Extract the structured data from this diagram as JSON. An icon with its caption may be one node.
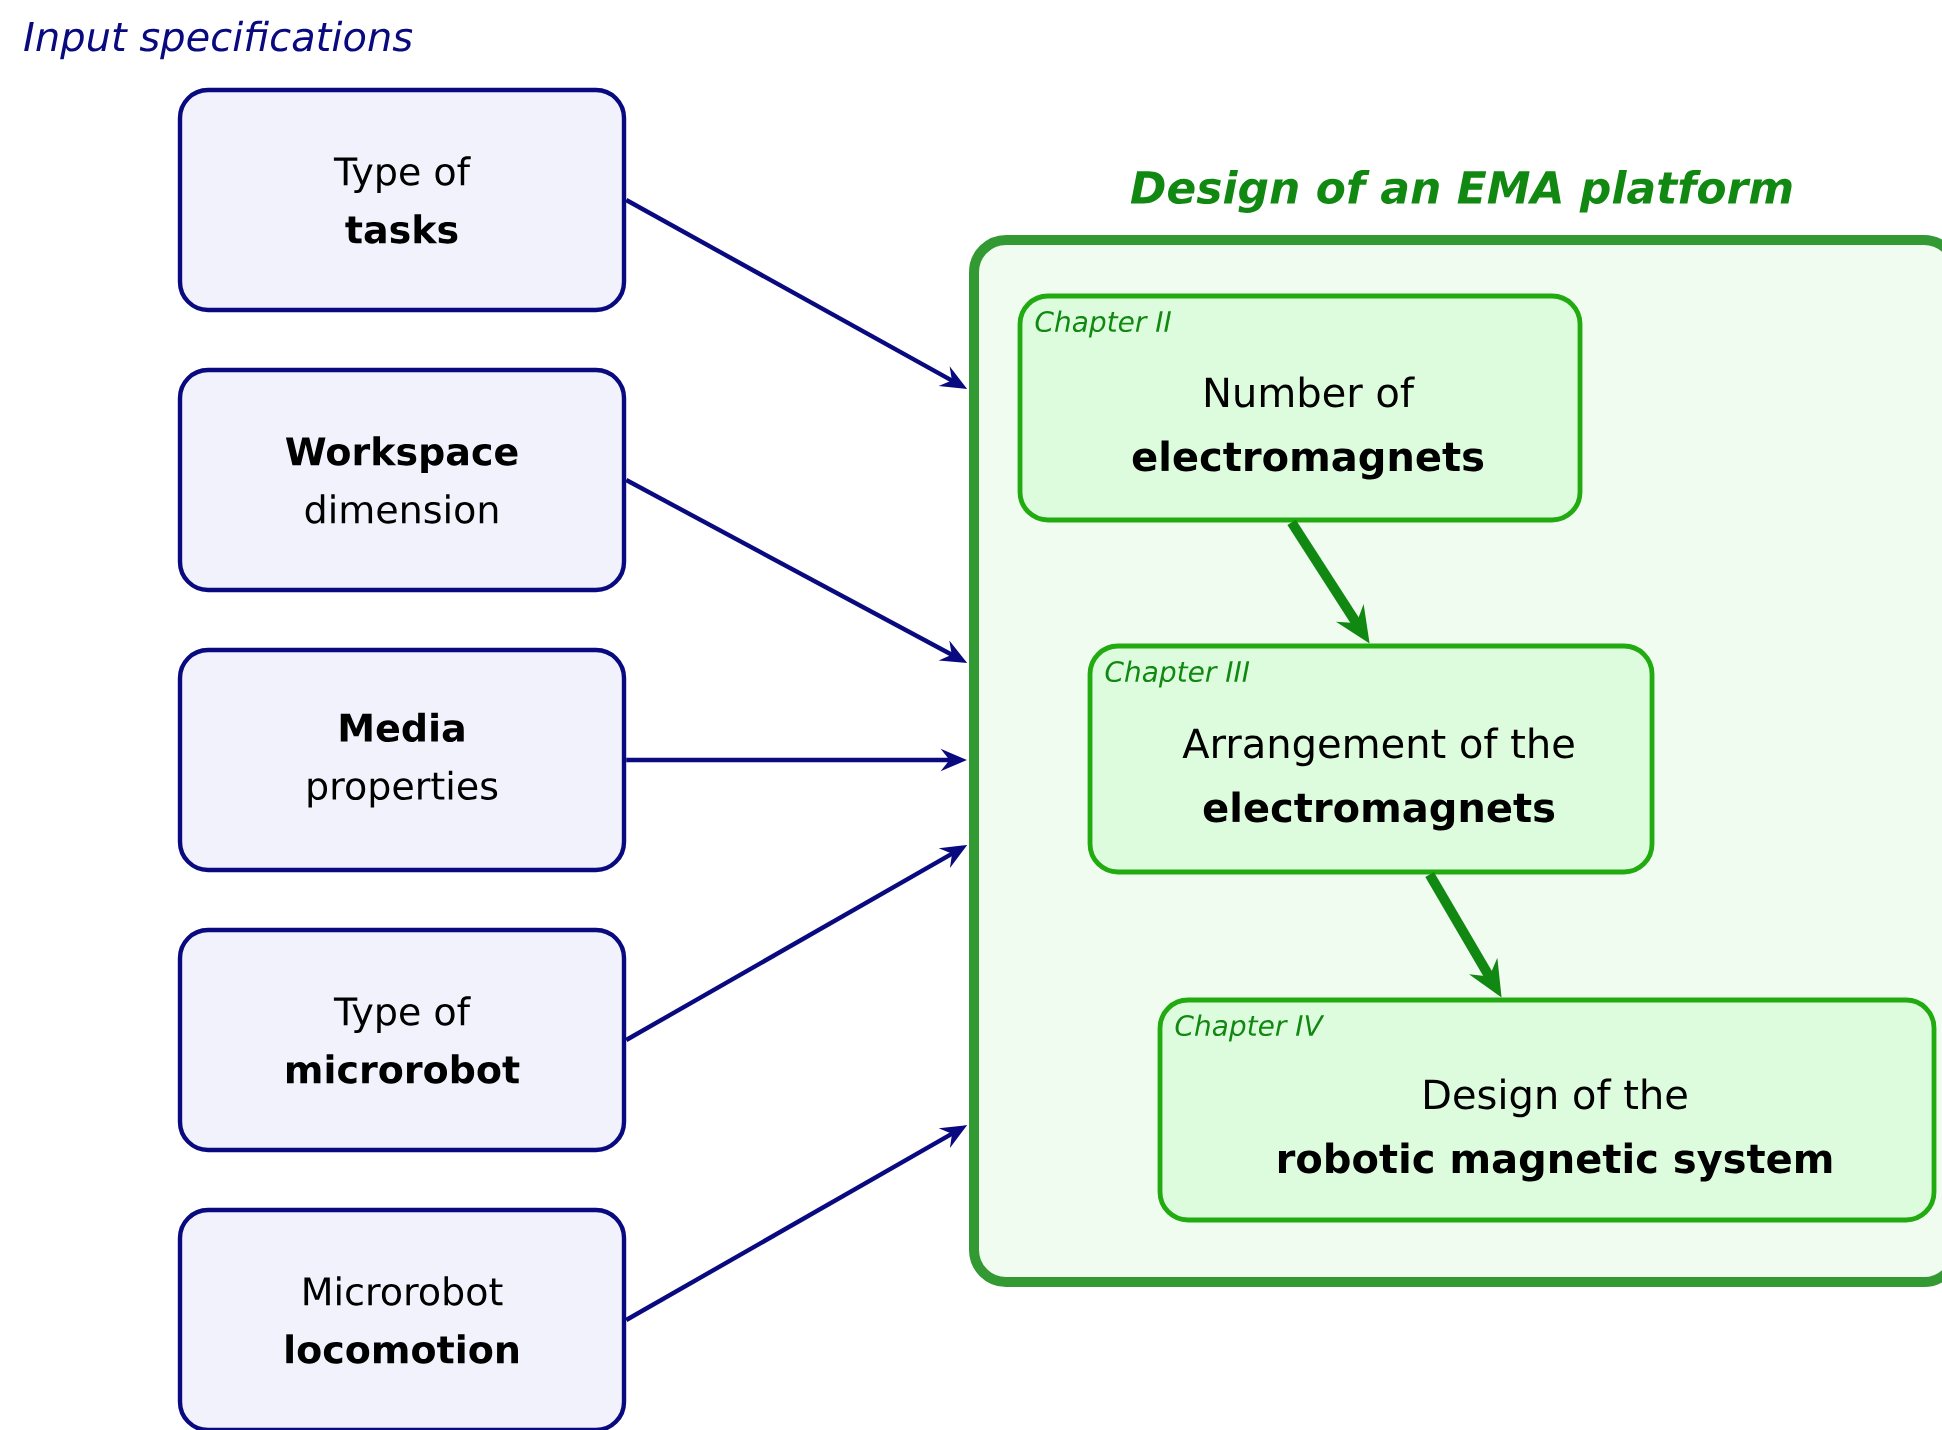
{
  "diagram": {
    "title": "Input specifications",
    "nodes": [
      {
        "text": [
          "Type of",
          "tasks"
        ]
      },
      {
        "text": [
          "Workspace",
          "dimension"
        ]
      },
      {
        "text": [
          "Media",
          "properties"
        ]
      },
      {
        "text": [
          "Type of",
          "microrobot"
        ]
      },
      {
        "text": [
          "Microrobot",
          "locomotion"
        ]
      },
      {
        "text": [
          "Design of an EMA platform"
        ]
      },
      {
        "text": [
          "Chapter II",
          "Number of",
          "electromagnets"
        ],
        "in": 5
      },
      {
        "text": [
          "Chapter III",
          "Arrangement of the",
          "electromagnets"
        ],
        "in": 5
      },
      {
        "text": [
          "Chapter IV",
          "Design of the",
          "robotic magnetic system"
        ],
        "in": 5
      }
    ],
    "edges": [
      {
        "from": 0,
        "to": 5,
        "arrow": "to"
      },
      {
        "from": 1,
        "to": 5,
        "arrow": "to"
      },
      {
        "from": 2,
        "to": 5,
        "arrow": "to"
      },
      {
        "from": 3,
        "to": 5,
        "arrow": "to"
      },
      {
        "from": 4,
        "to": 5,
        "arrow": "to"
      },
      {
        "from": 6,
        "to": 7,
        "arrow": "to",
        "style": "thick",
        "color": "#118811"
      },
      {
        "from": 7,
        "to": 8,
        "arrow": "to",
        "style": "thick",
        "color": "#118811"
      }
    ]
  }
}
